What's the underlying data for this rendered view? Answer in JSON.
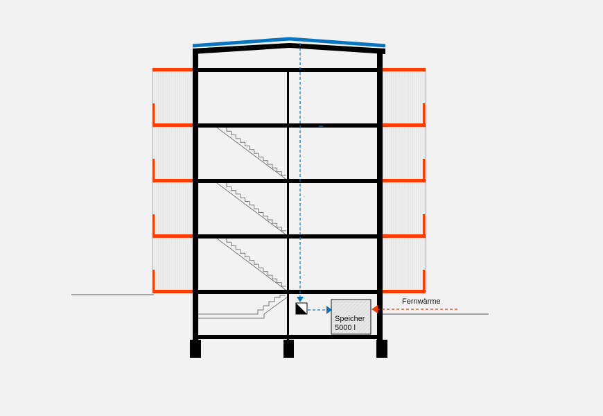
{
  "diagram": {
    "district_heating_label": "Fernwärme",
    "storage_label_line1": "Speicher",
    "storage_label_line2": "5000 l"
  },
  "colors": {
    "background": "#f2f2f2",
    "structure": "#000000",
    "roof_solar": "#0a74bf",
    "balcony": "#ff3c00",
    "district_heating": "#ff3c00",
    "stairs": "#777777"
  }
}
